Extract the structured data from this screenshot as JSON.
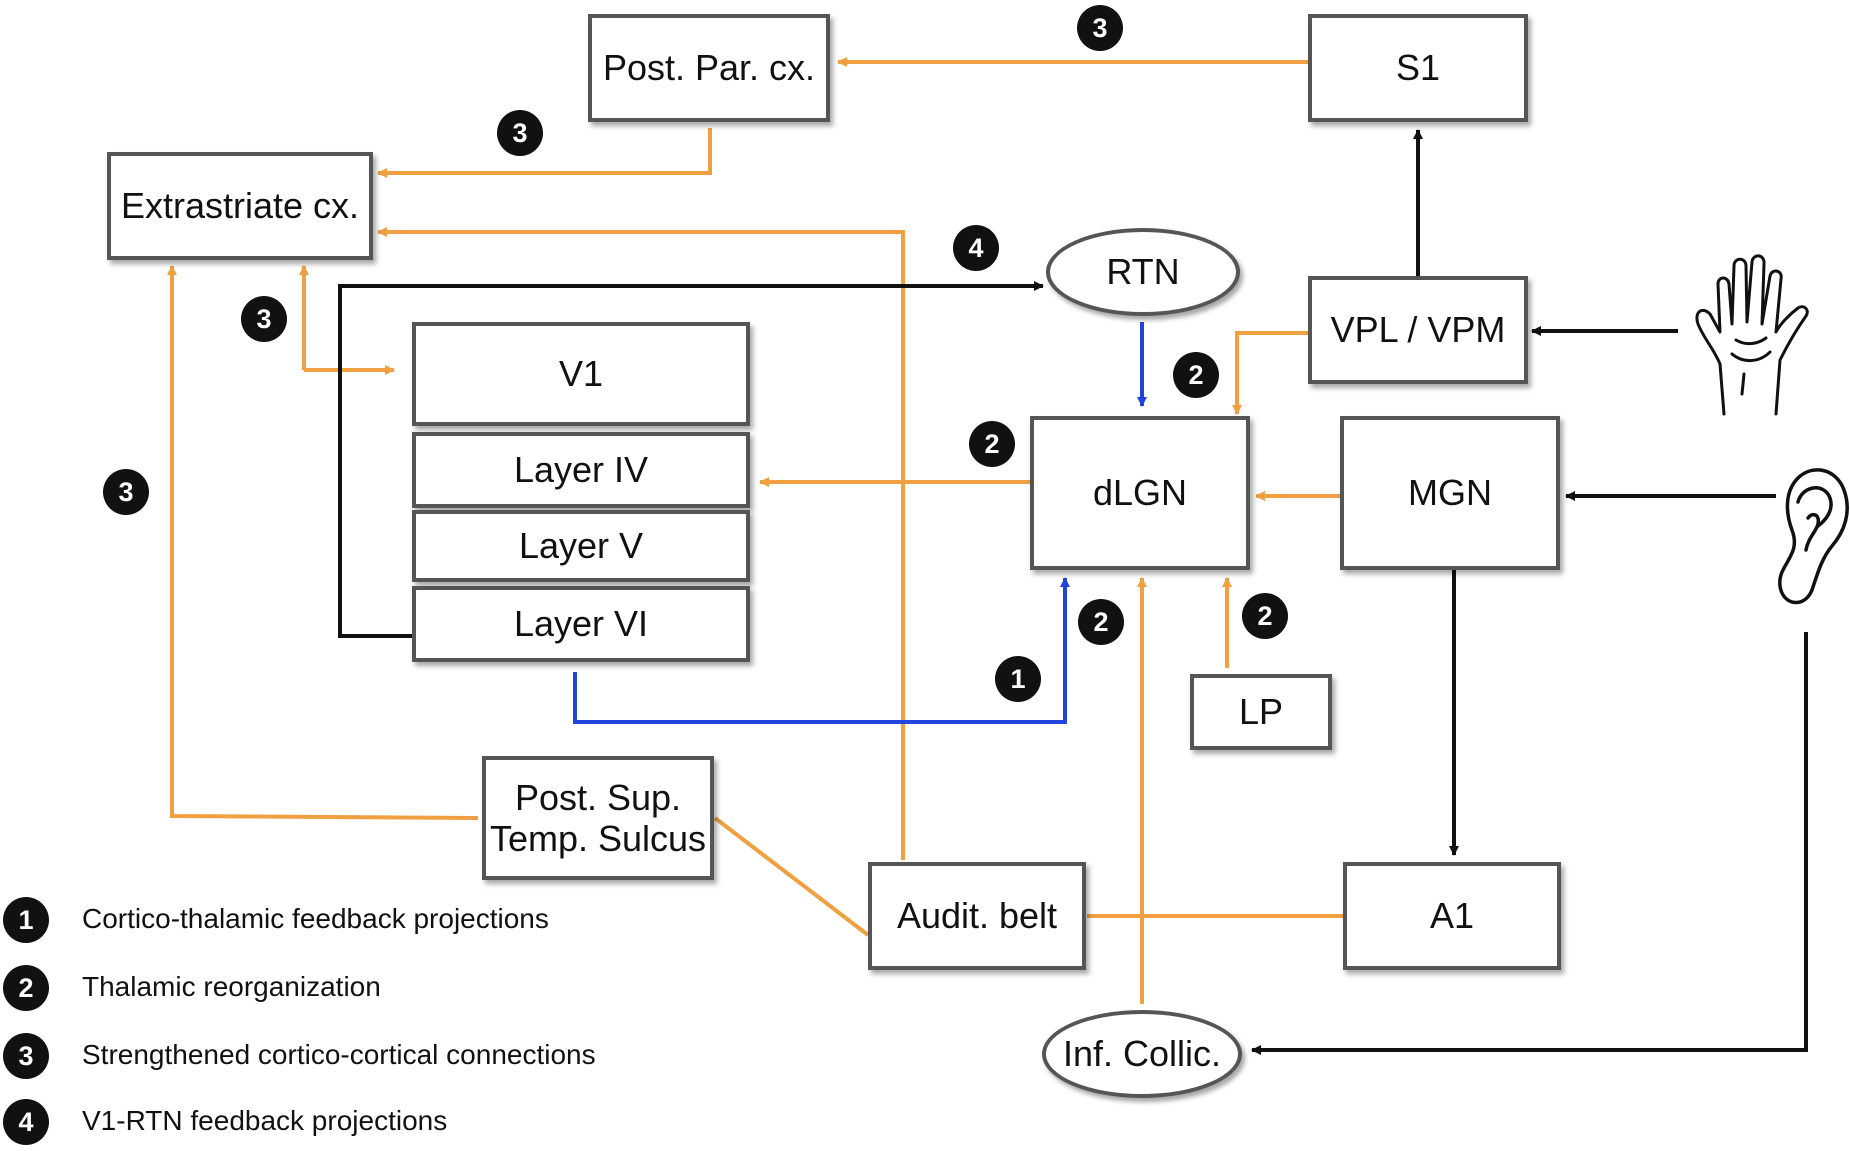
{
  "colors": {
    "orange": "#f0a040",
    "blue": "#2244dd",
    "black": "#111111",
    "border": "#555555"
  },
  "nodes": {
    "post_par": "Post. Par. cx.",
    "s1": "S1",
    "extrastriate": "Extrastriate cx.",
    "rtn": "RTN",
    "vpl": "VPL / VPM",
    "v1": "V1",
    "layer4": "Layer  IV",
    "layer5": "Layer  V",
    "layer6": "Layer  VI",
    "dlgn": "dLGN",
    "mgn": "MGN",
    "lp": "LP",
    "psts": "Post. Sup.\nTemp. Sulcus",
    "audit_belt": "Audit. belt",
    "a1": "A1",
    "inf_collic": "Inf. Collic."
  },
  "badges": {
    "b_s1_ppc": "3",
    "b_ppc_ext": "3",
    "b_ext_v1": "3",
    "b_psts": "3",
    "b_rtn": "4",
    "b_vpl": "2",
    "b_dlgn_v1": "2",
    "b_ic": "2",
    "b_lp": "2",
    "b_fb": "1"
  },
  "icons": {
    "hand": "hand-icon",
    "ear": "ear-icon"
  },
  "legend": [
    {
      "num": "1",
      "text": "Cortico-thalamic feedback projections"
    },
    {
      "num": "2",
      "text": "Thalamic reorganization"
    },
    {
      "num": "3",
      "text": "Strengthened cortico-cortical connections"
    },
    {
      "num": "4",
      "text": "V1-RTN feedback projections"
    }
  ]
}
